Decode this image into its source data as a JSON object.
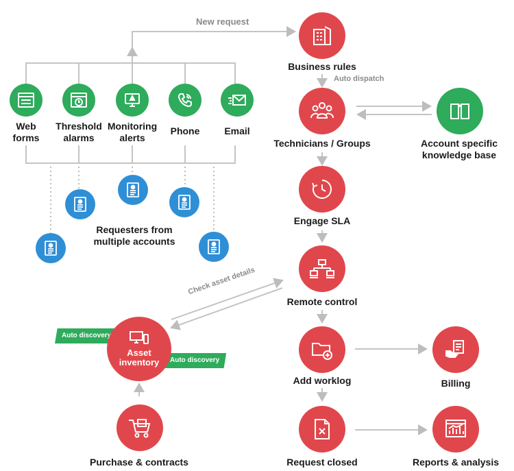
{
  "labels": {
    "new_request": "New request",
    "auto_dispatch": "Auto dispatch",
    "check_asset_details": "Check asset details",
    "auto_discovery_left": "Auto discovery",
    "auto_discovery_right": "Auto discovery"
  },
  "channels": [
    {
      "line1": "Web",
      "line2": "forms",
      "icon": "web-form-icon"
    },
    {
      "line1": "Threshold",
      "line2": "alarms",
      "icon": "clock-window-icon"
    },
    {
      "line1": "Monitoring",
      "line2": "alerts",
      "icon": "monitor-alert-icon"
    },
    {
      "line1": "Phone",
      "line2": "",
      "icon": "phone-icon"
    },
    {
      "line1": "Email",
      "line2": "",
      "icon": "email-icon"
    }
  ],
  "requesters": {
    "line1": "Requesters from",
    "line2": "multiple accounts",
    "icon": "requester-card-icon"
  },
  "flow": {
    "business_rules": "Business rules",
    "technicians_groups": "Technicians / Groups",
    "knowledge_base_line1": "Account specific",
    "knowledge_base_line2": "knowledge base",
    "engage_sla": "Engage SLA",
    "remote_control": "Remote control",
    "add_worklog": "Add worklog",
    "billing": "Billing",
    "request_closed": "Request closed",
    "reports_analysis": "Reports & analysis",
    "asset_line1": "Asset",
    "asset_line2": "inventory",
    "purchase_contracts": "Purchase & contracts"
  },
  "colors": {
    "red": "#e0474c",
    "green": "#2eab5b",
    "blue": "#2f8fd6",
    "connector": "#c4c4c4"
  }
}
